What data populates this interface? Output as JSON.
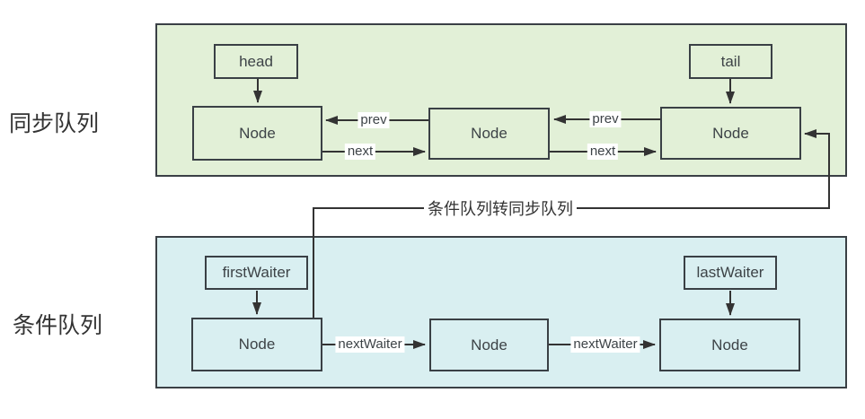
{
  "sync_queue": {
    "panel_label": "同步队列",
    "head_label": "head",
    "tail_label": "tail",
    "nodes": [
      "Node",
      "Node",
      "Node"
    ],
    "prev_label": "prev",
    "next_label": "next",
    "panel_color": "#e2f0d7"
  },
  "condition_queue": {
    "panel_label": "条件队列",
    "first_waiter_label": "firstWaiter",
    "last_waiter_label": "lastWaiter",
    "nodes": [
      "Node",
      "Node",
      "Node"
    ],
    "next_waiter_label": "nextWaiter",
    "panel_color": "#d9eff1"
  },
  "transfer": {
    "label": "条件队列转同步队列"
  },
  "colors": {
    "border": "#3a4045",
    "line": "#333333",
    "text": "#3d4347",
    "background": "#ffffff"
  }
}
